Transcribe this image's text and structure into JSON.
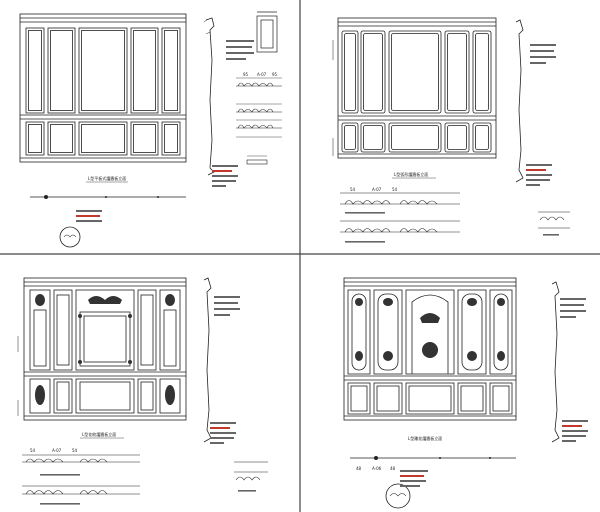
{
  "sheets": [
    {
      "id": "q1",
      "title": "L型平板式護牆板立面",
      "notes": "①飾板可依設計...",
      "dims": [
        "95",
        "A-07",
        "95"
      ]
    },
    {
      "id": "q2",
      "title": "L型弧形護牆板立面",
      "notes": "①飾板可依設計...",
      "dims": [
        "54",
        "A-07",
        "54"
      ]
    },
    {
      "id": "q3",
      "title": "L型花紋護牆板立面",
      "notes": "①飾板可依設計...",
      "dims": [
        "54",
        "A-07",
        "54"
      ]
    },
    {
      "id": "q4",
      "title": "L型雕花護牆板立面",
      "notes": "①飾板可依設計...",
      "dims": [
        "48",
        "A-06",
        "48"
      ]
    }
  ],
  "colors": {
    "line": "#222222",
    "accent": "#c0392b"
  }
}
